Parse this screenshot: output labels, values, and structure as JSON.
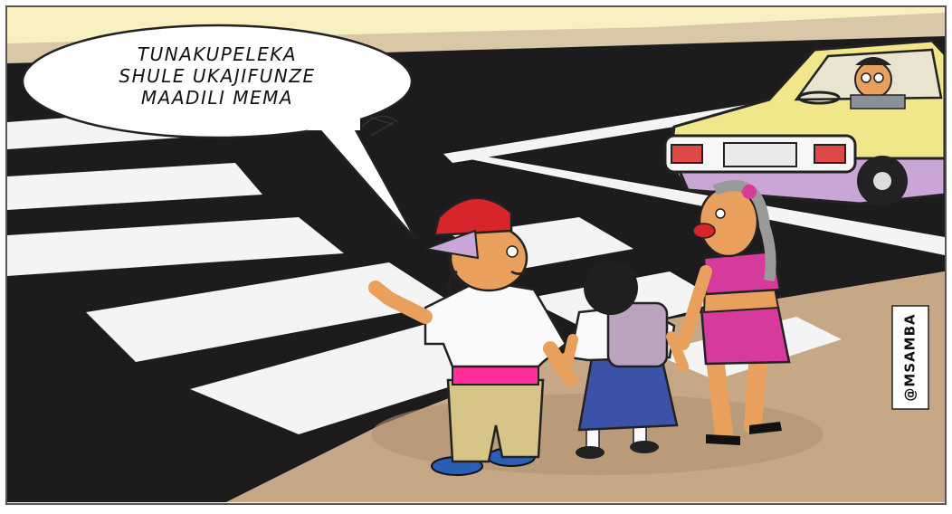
{
  "speech_bubble": {
    "lines": [
      "TUNAKUPELEKA",
      "SHULE UKAJIFUNZE",
      "MAADILI MEMA"
    ]
  },
  "signature": "@MSAMBA",
  "colors": {
    "road": "#1c1c1c",
    "sidewalk": "#c6a887",
    "sky": "#f8f0c0",
    "cap": "#d8242b",
    "pink": "#d63a9c",
    "skirt": "#3b52a8",
    "car_top": "#f2e68a",
    "car_body": "#c9a6d6",
    "skin": "#e8a05c"
  }
}
